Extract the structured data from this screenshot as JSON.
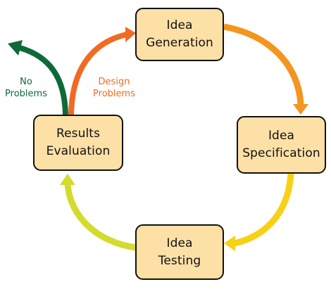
{
  "colors": {
    "node_fill": "#fde0a6",
    "node_border": "#111111",
    "arrow_generation_to_specification": "#f5941f",
    "arrow_specification_to_testing": "#f7d116",
    "arrow_testing_to_evaluation": "#d3dc2e",
    "arrow_design_problems": "#f26a22",
    "arrow_no_problems": "#0e6a3a"
  },
  "nodes": {
    "idea_generation": {
      "line1": "Idea",
      "line2": "Generation"
    },
    "idea_specification": {
      "line1": "Idea",
      "line2": "Specification"
    },
    "idea_testing": {
      "line1": "Idea",
      "line2": "Testing"
    },
    "results_evaluation": {
      "line1": "Results",
      "line2": "Evaluation"
    }
  },
  "labels": {
    "no_problems": {
      "line1": "No",
      "line2": "Problems"
    },
    "design_problems": {
      "line1": "Design",
      "line2": "Problems"
    }
  }
}
